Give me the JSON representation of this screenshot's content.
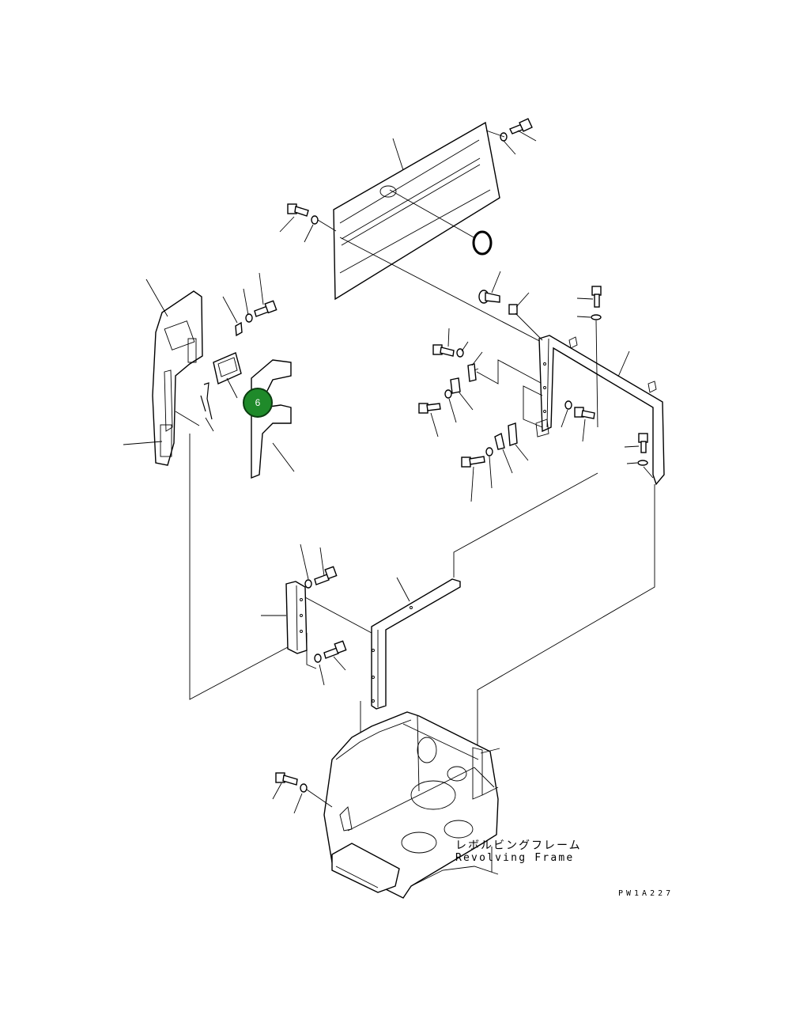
{
  "diagram": {
    "caption_jp": "レボルビングフレーム",
    "caption_en": "Revolving Frame",
    "drawing_code": "PW1A227",
    "callouts": [
      {
        "id": "callout-6",
        "label": "6"
      }
    ]
  }
}
